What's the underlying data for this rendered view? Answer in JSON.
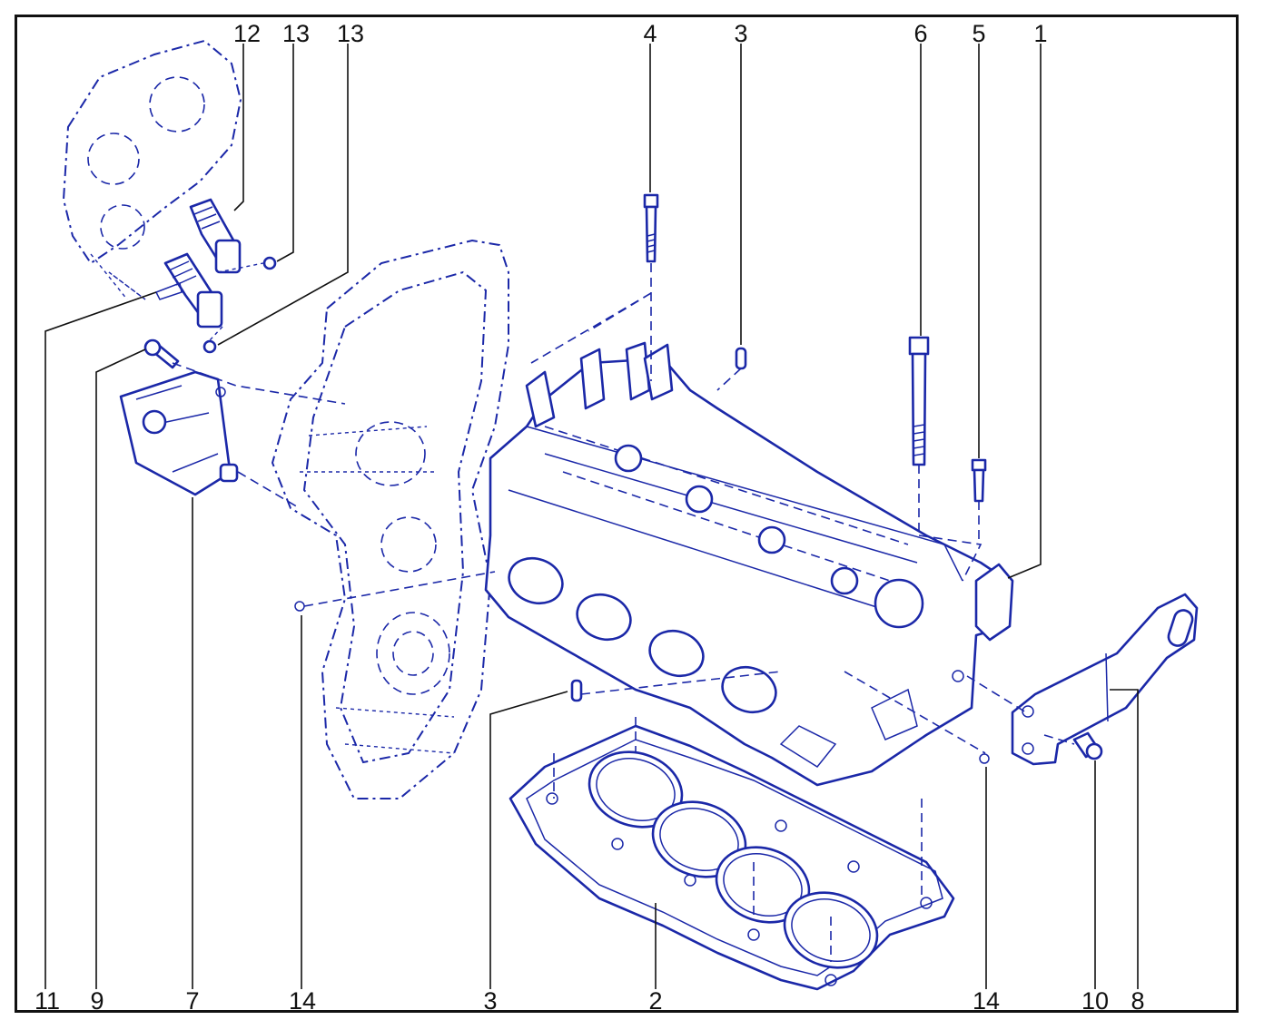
{
  "colors": {
    "ink": "#1b28a8",
    "label": "#111111",
    "frame": "#111111",
    "background": "#ffffff"
  },
  "callouts": {
    "top": [
      "12",
      "13",
      "13",
      "4",
      "3",
      "6",
      "5",
      "1"
    ],
    "bottom": [
      "11",
      "9",
      "7",
      "14",
      "3",
      "2",
      "14",
      "10",
      "8"
    ]
  }
}
